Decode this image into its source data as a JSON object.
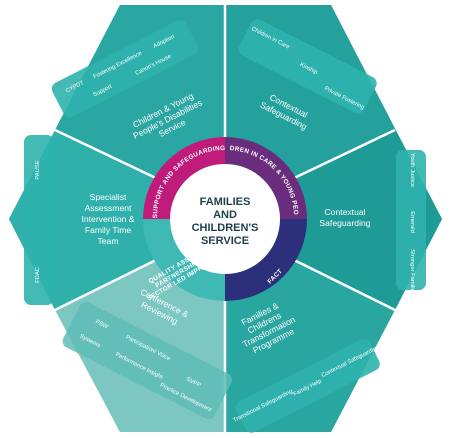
{
  "colors": {
    "teal_dark": "#1a9a9a",
    "teal_mid": "#3cb8b2",
    "teal_light": "#7cc7c2",
    "pill": "#2fb3ae",
    "ring_magenta": "#c01a7a",
    "ring_purple": "#6a2d7d",
    "ring_teal": "#3fb9b3",
    "ring_navy": "#2c2f7a",
    "hub_bg": "#ffffff",
    "hub_text": "#1f3f48"
  },
  "hub": {
    "line1": "FAMILIES",
    "line2": "AND",
    "line3": "CHILDREN'S",
    "line4": "SERVICE"
  },
  "ring": {
    "support": "SUPPORT AND SAFEGUARDING",
    "children_in_care": "CHILDREN IN CARE & YOUNG PEOPLE",
    "fact": "FACT",
    "quality_1": "QUALITY ASSURANCE,",
    "quality_2": "PARTNERSHIPS AND",
    "quality_3": "SECTOR LED IMPROVEMENT"
  },
  "segments": {
    "top_left": {
      "heading_1": "Children & Young",
      "heading_2": "People's Disabilities",
      "heading_3": "Service",
      "pills": [
        "CYPDT",
        "Fostering Excellence",
        "Adoption",
        "Support",
        "Canon's House"
      ]
    },
    "top_right": {
      "heading_1": "Contextual",
      "heading_2": "Safeguarding",
      "pills": [
        "Children in Care",
        "Kinship",
        "Private Fostering"
      ]
    },
    "right": {
      "heading_1": "Contextual",
      "heading_2": "Safeguarding",
      "pills": [
        "Youth Justice",
        "Emerald",
        "Stronger Families"
      ]
    },
    "bottom_right": {
      "heading_1": "Families &",
      "heading_2": "Childrens",
      "heading_3": "Transformation",
      "heading_4": "Programme",
      "pills": [
        "Transitional Safeguarding",
        "Family Help",
        "Contextual Safeguarding"
      ]
    },
    "bottom_left": {
      "heading_1": "Conference &",
      "heading_2": "Reviewing",
      "pills": [
        "PSW",
        "Participation/ Voice",
        "Systems",
        "Performance Insight",
        "SVPP",
        "Practice Development"
      ]
    },
    "left": {
      "heading_1": "Specialist",
      "heading_2": "Assessment",
      "heading_3": "Intervention &",
      "heading_4": "Family Time",
      "heading_5": "Team",
      "pills": [
        "PAUSE",
        "FDAC"
      ]
    }
  }
}
